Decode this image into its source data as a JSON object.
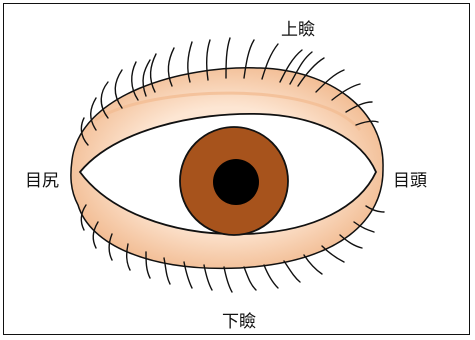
{
  "labels": {
    "upper_eyelid": "上瞼",
    "lower_eyelid": "下瞼",
    "outer_corner": "目尻",
    "inner_corner": "目頭"
  },
  "colors": {
    "skin": "#f6c9a4",
    "skin_light": "#fde6d3",
    "iris": "#a7531c",
    "pupil": "#000000",
    "outline": "#111111"
  }
}
